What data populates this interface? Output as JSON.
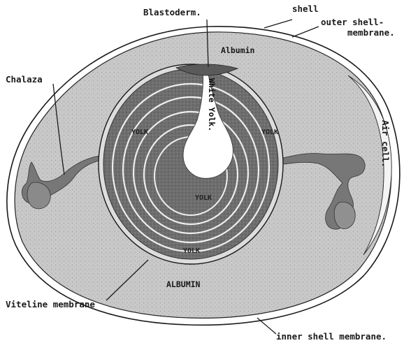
{
  "labels": {
    "blastoderm": "Blastoderm.",
    "shell": "shell",
    "outer_shell_membrane_line1": "outer shell-",
    "outer_shell_membrane_line2": "membrane.",
    "albumin_upper": "Albumin",
    "chalaza": "Chalaza",
    "white_yolk": "White Yolk.",
    "yolk_left": "YOLK",
    "yolk_right": "YOLK",
    "yolk_center": "YOLK",
    "yolk_bottom": "YOLK",
    "air_cell": "Air cell.",
    "albumin_lower": "ALBUMIN",
    "viteline_membrane": "Viteline membrane",
    "inner_shell_membrane": "inner shell membrane."
  },
  "colors": {
    "albumin_fill": "#c9c9c9",
    "yolk_dark": "#6b6b6b",
    "yolk_band": "#8a8a8a",
    "white_yolk": "#ffffff",
    "shell_line": "#1a1a1a"
  }
}
